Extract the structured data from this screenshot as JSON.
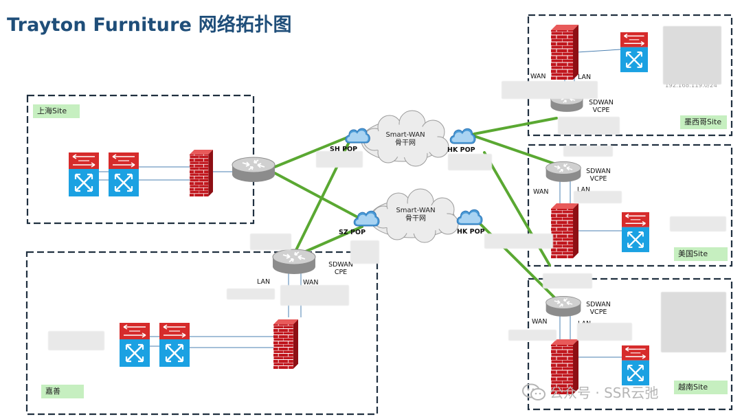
{
  "title": "Trayton Furniture 网络拓扑图",
  "sites": {
    "shanghai": "上海Site",
    "jiashan": "嘉善",
    "mexico": "墨西哥Site",
    "usa": "美国Site",
    "vietnam": "越南Site"
  },
  "clouds": {
    "top": {
      "line1": "Smart-WAN",
      "line2": "骨干网"
    },
    "bottom": {
      "line1": "Smart-WAN",
      "line2": "骨干网"
    }
  },
  "pops": {
    "sh": "SH POP",
    "hk_top": "HK POP",
    "sz": "SZ POP",
    "hk_bottom": "HK POP"
  },
  "labels": {
    "wan": "WAN",
    "lan": "LAN",
    "sdwan": "SDWAN",
    "vcpe": "VCPE",
    "cpe": "CPE",
    "mexico_partial": "1",
    "mexico_subnet": "192.168.119.0/24"
  },
  "watermark": "公众号 · SSR云弛",
  "colors": {
    "title": "#1f4e79",
    "links": "#5aa832",
    "firewall": "#c0161d",
    "switch_blue": "#1ba1e2",
    "switch_red": "#d62b2b",
    "site_label_bg": "#c6efc0"
  }
}
